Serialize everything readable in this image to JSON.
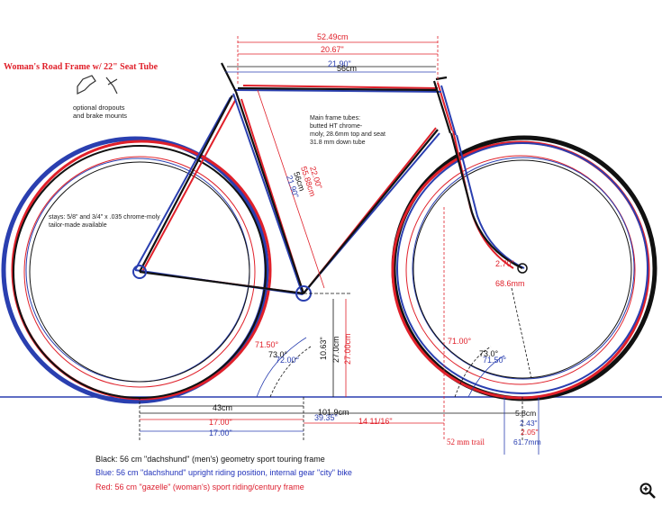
{
  "title": "Woman's Road Frame w/ 22\" Seat Tube",
  "dropouts_note": [
    "optional dropouts",
    "and brake mounts"
  ],
  "main_tubes_note": [
    "Main frame tubes:",
    "butted HT chrome-",
    "moly, 28.6mm top and seat",
    "31.8 mm down tube"
  ],
  "stays_note": [
    "stays: 5/8\" and 3/4\" x .035 chrome-moly",
    "tailor-made available"
  ],
  "dims": {
    "top_cm": "52.49cm",
    "top_in": "20.67\"",
    "top2_a": "21.90\"",
    "top2_b": "56cm",
    "seat_in": "22.00\"",
    "seat_cm_red": "55.88cm",
    "seat_cm": "56cm",
    "seat_in2": "21.90\"",
    "bb_height_in": "10.63\"",
    "bb_height_cm": "27.0cm",
    "bb_height_cm_red": "27.00cm",
    "seat_angle_red": "71.50°",
    "seat_angle_black": "73.0°",
    "seat_angle_blue": "72.00°",
    "head_angle_red": "71.00°",
    "head_angle_black": "73.0°",
    "head_angle_blue": "71.50°",
    "fork_offset_in": "2.70\"",
    "fork_offset_mm": "68.6mm",
    "chainstay_cm": "43cm",
    "chainstay_in": "17.00\"",
    "chainstay_in2": "17.00\"",
    "wheelbase_cm": "101.9cm",
    "wheelbase_in": "39.35\"",
    "front_center": "14 11/16\"",
    "trail_mm": "52 mm trail",
    "trail_a": "5.8cm",
    "trail_b": "2.43\"",
    "trail_c": "2.05\"",
    "trail_d": "61.7mm"
  },
  "legend": [
    {
      "text": "Black:  56 cm \"dachshund\" (men's) geometry sport touring frame",
      "color": "#111111"
    },
    {
      "text": "Blue:  56 cm \"dachshund\" upright riding position, internal gear \"city\" bike",
      "color": "#2233bb"
    },
    {
      "text": "Red:  56 cm \"gazelle\" (woman's) sport riding/century frame",
      "color": "#dd1f2f"
    }
  ],
  "colors": {
    "black": "#111111",
    "blue": "#2a3fb0",
    "red": "#e0202a",
    "ground": "#2a3fb0"
  },
  "zoom_icon": "zoom-in-icon"
}
